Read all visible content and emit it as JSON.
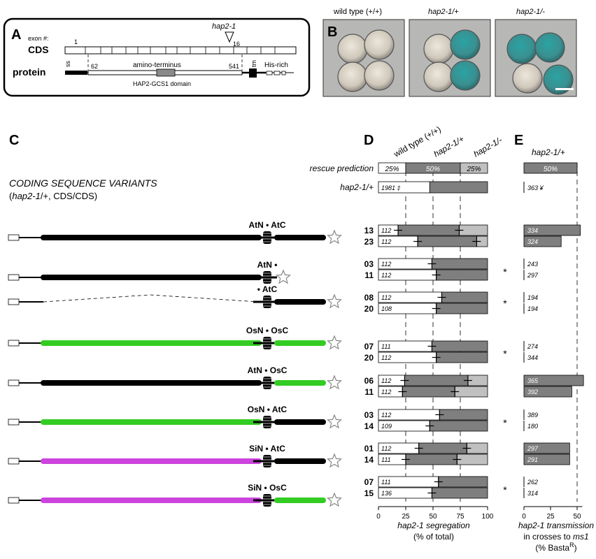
{
  "panels": {
    "a": "A",
    "b": "B",
    "c": "C",
    "d": "D",
    "e": "E"
  },
  "panel_a": {
    "exon_label": "exon #:",
    "cds_label": "CDS",
    "protein_label": "protein",
    "exon_first": "1",
    "exon_last": "16",
    "allele": "hap2-1",
    "ss": "ss",
    "pos_62": "62",
    "pos_541": "541",
    "amino_terminus": "amino-terminus",
    "tm": "tm",
    "his_rich": "His-rich",
    "domain": "HAP2-GCS1 domain"
  },
  "panel_b": {
    "labels": [
      "wild type (+/+)",
      "hap2-1/+",
      "hap2-1/-"
    ]
  },
  "panel_c": {
    "title": "CODING SEQUENCE VARIANTS",
    "subtitle_allele": "hap2-1",
    "subtitle_rest": "/+, CDS/CDS)",
    "constructs": [
      {
        "label": "AtN • AtC",
        "n": "black",
        "c": "black",
        "gap": false,
        "short": false
      },
      {
        "label": "AtN •",
        "n": "black",
        "c": "none",
        "gap": false,
        "short": true
      },
      {
        "label": "• AtC",
        "n": "none",
        "c": "black",
        "gap": true,
        "short": false
      },
      {
        "label": "OsN • OsC",
        "n": "green",
        "c": "green",
        "gap": false,
        "short": false
      },
      {
        "label": "AtN • OsC",
        "n": "black",
        "c": "green",
        "gap": false,
        "short": false
      },
      {
        "label": "OsN • AtC",
        "n": "green",
        "c": "black",
        "gap": false,
        "short": false
      },
      {
        "label": "SiN • AtC",
        "n": "magenta",
        "c": "black",
        "gap": false,
        "short": false
      },
      {
        "label": "SiN • OsC",
        "n": "magenta",
        "c": "green",
        "gap": false,
        "short": false
      }
    ]
  },
  "colors": {
    "black": "#000000",
    "green": "#33cc22",
    "magenta": "#cc44dd",
    "bar_dark": "#7f7f7f",
    "bar_light": "#c0c0c0"
  },
  "chart_data": [
    {
      "type": "bar",
      "title": "",
      "xlabel": "hap2-1 segregation (% of total)",
      "xlabel_line1": "hap2-1 segregation",
      "xlabel_line2": "(% of total)",
      "xlim": [
        0,
        100
      ],
      "xticks": [
        "0",
        "25",
        "50",
        "75",
        "100"
      ],
      "column_headers": [
        "wild type (+/+)",
        "hap2-1/+",
        "hap2-1/-"
      ],
      "prediction": {
        "label": "rescue prediction",
        "values": [
          25,
          50,
          25
        ],
        "text": [
          "25%",
          "50%",
          "25%"
        ]
      },
      "control": {
        "label": "hap2-1/+",
        "n": "1981",
        "mark": "‡",
        "values": [
          47,
          53,
          0
        ]
      },
      "rows": [
        {
          "line": "13",
          "n": "112",
          "values": [
            18,
            56,
            26
          ]
        },
        {
          "line": "23",
          "n": "112",
          "values": [
            36,
            54,
            10
          ]
        },
        {
          "line": "03",
          "n": "112",
          "values": [
            49,
            51,
            0
          ]
        },
        {
          "line": "11",
          "n": "112",
          "values": [
            53,
            47,
            0
          ]
        },
        {
          "line": "08",
          "n": "112",
          "values": [
            58,
            42,
            0
          ]
        },
        {
          "line": "20",
          "n": "108",
          "values": [
            53,
            47,
            0
          ]
        },
        {
          "line": "07",
          "n": "111",
          "values": [
            49,
            51,
            0
          ]
        },
        {
          "line": "20",
          "n": "112",
          "values": [
            53,
            47,
            0
          ]
        },
        {
          "line": "06",
          "n": "112",
          "values": [
            24,
            58,
            18
          ]
        },
        {
          "line": "11",
          "n": "112",
          "values": [
            22,
            48,
            30
          ]
        },
        {
          "line": "03",
          "n": "112",
          "values": [
            56,
            44,
            0
          ]
        },
        {
          "line": "14",
          "n": "109",
          "values": [
            47,
            53,
            0
          ]
        },
        {
          "line": "01",
          "n": "112",
          "values": [
            37,
            44,
            19
          ]
        },
        {
          "line": "14",
          "n": "111",
          "values": [
            25,
            47,
            28
          ]
        },
        {
          "line": "07",
          "n": "111",
          "values": [
            55,
            45,
            0
          ]
        },
        {
          "line": "15",
          "n": "136",
          "values": [
            49,
            51,
            0
          ]
        }
      ],
      "significance": [
        "",
        "*",
        "*",
        "*",
        "",
        "*",
        "",
        "*"
      ],
      "significance_mark": "*"
    },
    {
      "type": "bar",
      "title": "hap2-1/+",
      "xlabel_line1": "hap2-1 transmission",
      "xlabel_line2": "in crosses to ms1",
      "xlabel_line3": "(% Basta",
      "xlabel_sup": "R",
      "xlabel_close": ")",
      "xlim": [
        0,
        55
      ],
      "xticks": [
        "0",
        "25",
        "50"
      ],
      "prediction": {
        "value": 50,
        "text": "50%"
      },
      "control": {
        "n": "363",
        "mark": "¥",
        "value": 0
      },
      "rows": [
        {
          "n": "334",
          "value": 53
        },
        {
          "n": "324",
          "value": 35
        },
        {
          "n": "243",
          "value": 0
        },
        {
          "n": "297",
          "value": 0
        },
        {
          "n": "194",
          "value": 0
        },
        {
          "n": "194",
          "value": 0
        },
        {
          "n": "274",
          "value": 0
        },
        {
          "n": "344",
          "value": 0
        },
        {
          "n": "365",
          "value": 56
        },
        {
          "n": "392",
          "value": 45
        },
        {
          "n": "389",
          "value": 0
        },
        {
          "n": "180",
          "value": 0
        },
        {
          "n": "297",
          "value": 43
        },
        {
          "n": "291",
          "value": 43
        },
        {
          "n": "262",
          "value": 0
        },
        {
          "n": "314",
          "value": 0
        }
      ]
    }
  ]
}
